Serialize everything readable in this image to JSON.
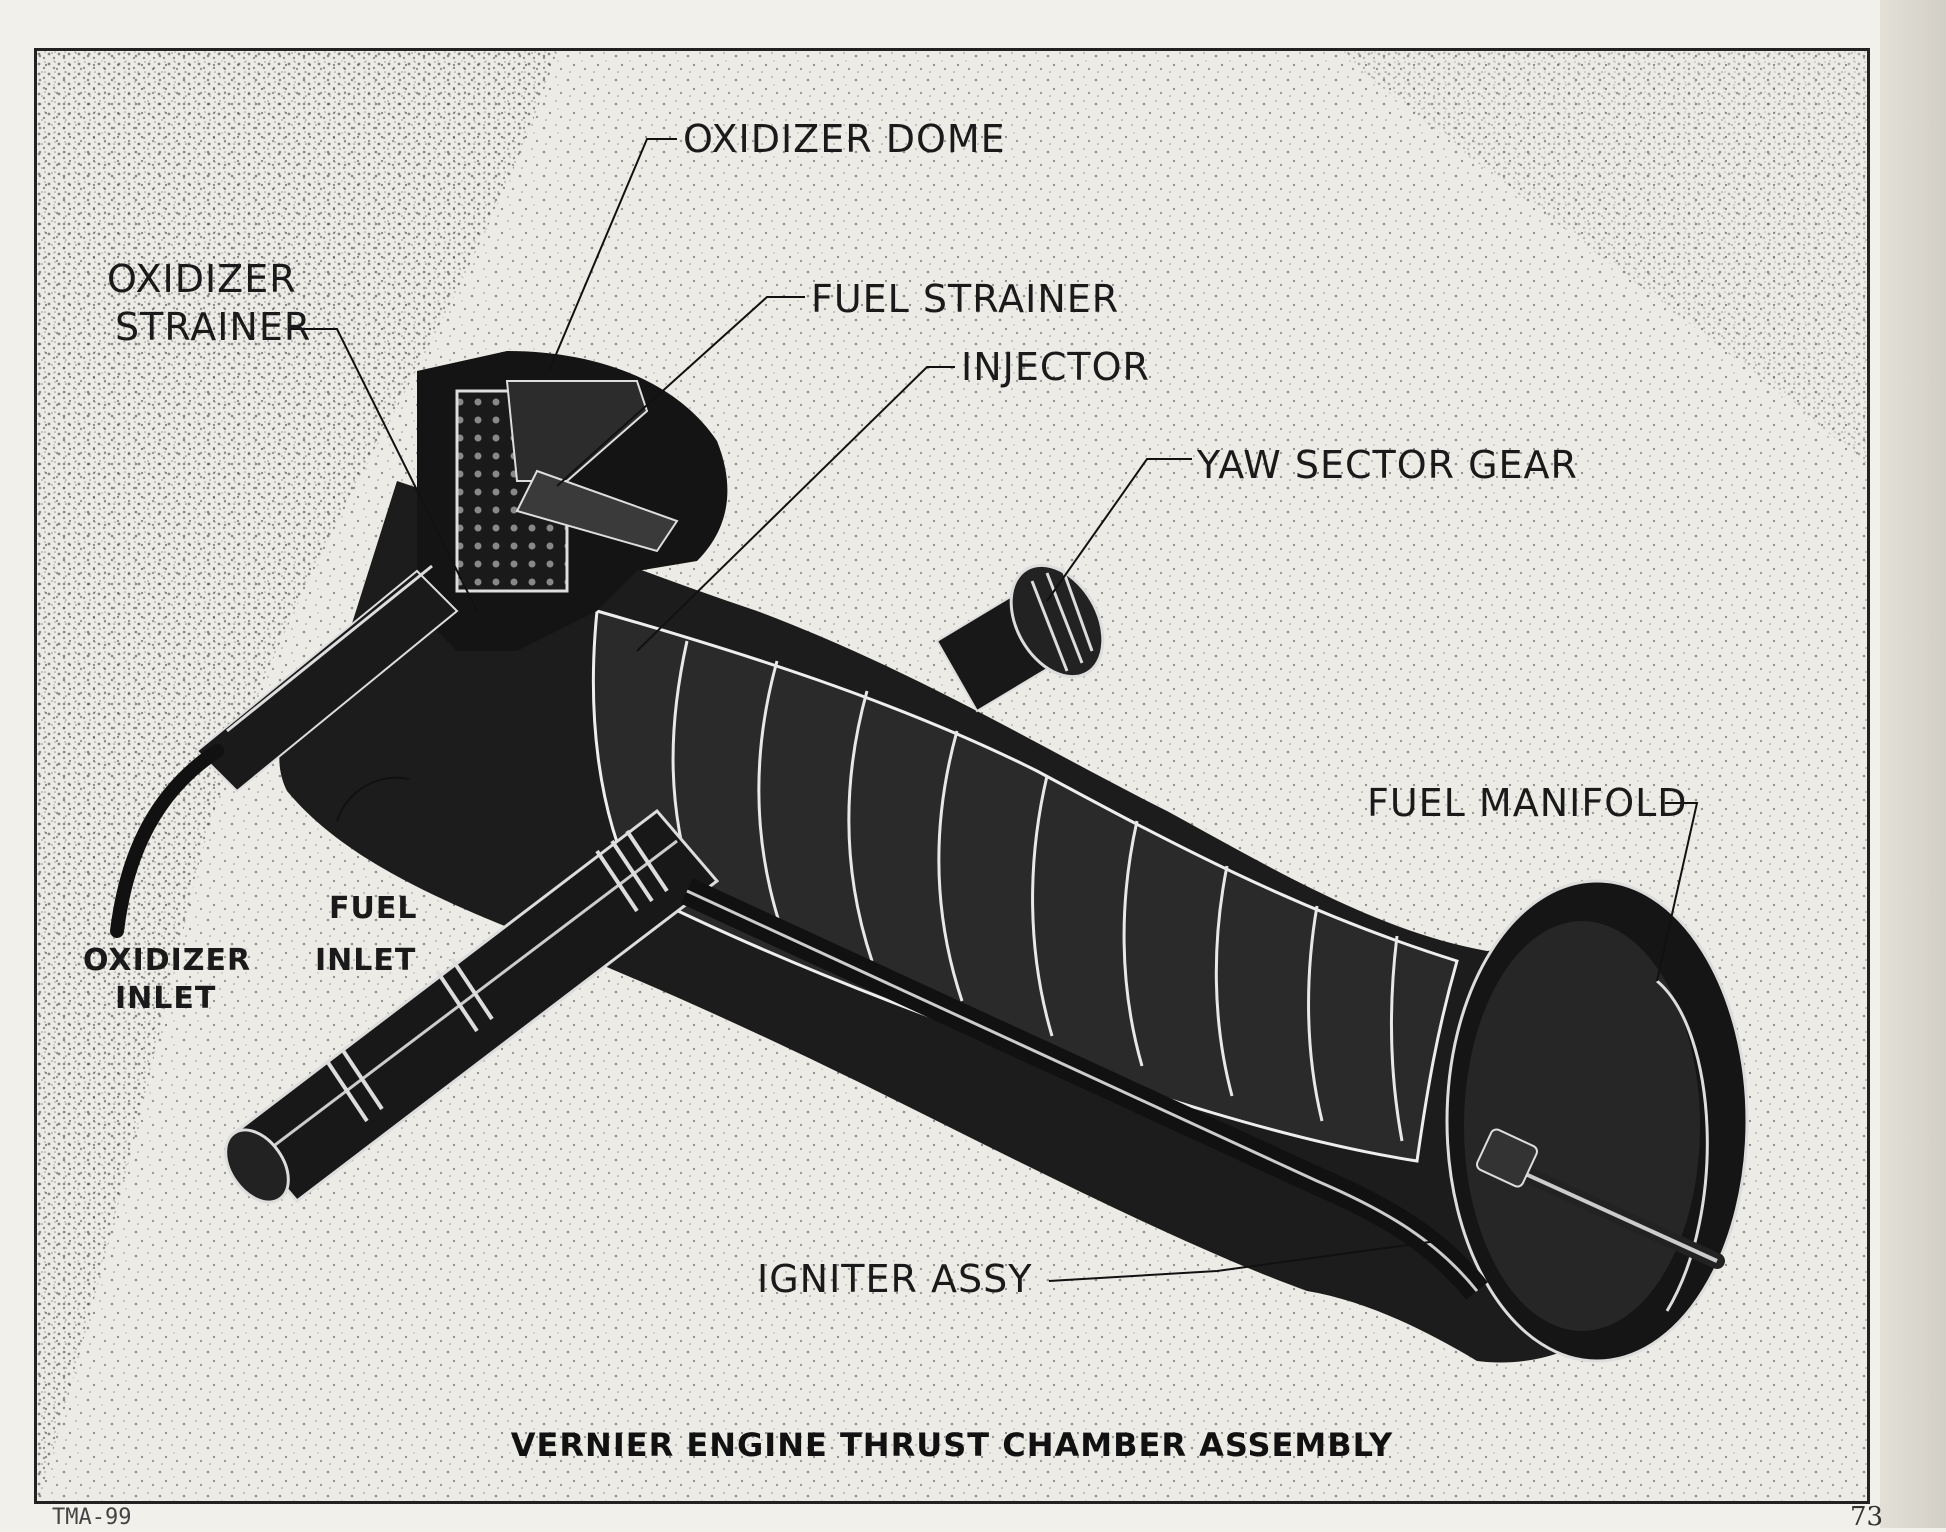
{
  "labels": {
    "oxidizer_dome": "OXIDIZER DOME",
    "oxidizer_strainer_1": "OXIDIZER",
    "oxidizer_strainer_2": "STRAINER",
    "fuel_strainer": "FUEL STRAINER",
    "injector": "INJECTOR",
    "yaw_sector_gear": "YAW SECTOR GEAR",
    "fuel_manifold": "FUEL MANIFOLD",
    "fuel_inlet_1": "FUEL",
    "fuel_inlet_2": "INLET",
    "oxidizer_inlet_1": "OXIDIZER",
    "oxidizer_inlet_2": "INLET",
    "igniter_assy": "IGNITER ASSY"
  },
  "caption": "VERNIER ENGINE THRUST CHAMBER ASSEMBLY",
  "footer": {
    "document_code": "TMA-99",
    "page_number": "73"
  }
}
